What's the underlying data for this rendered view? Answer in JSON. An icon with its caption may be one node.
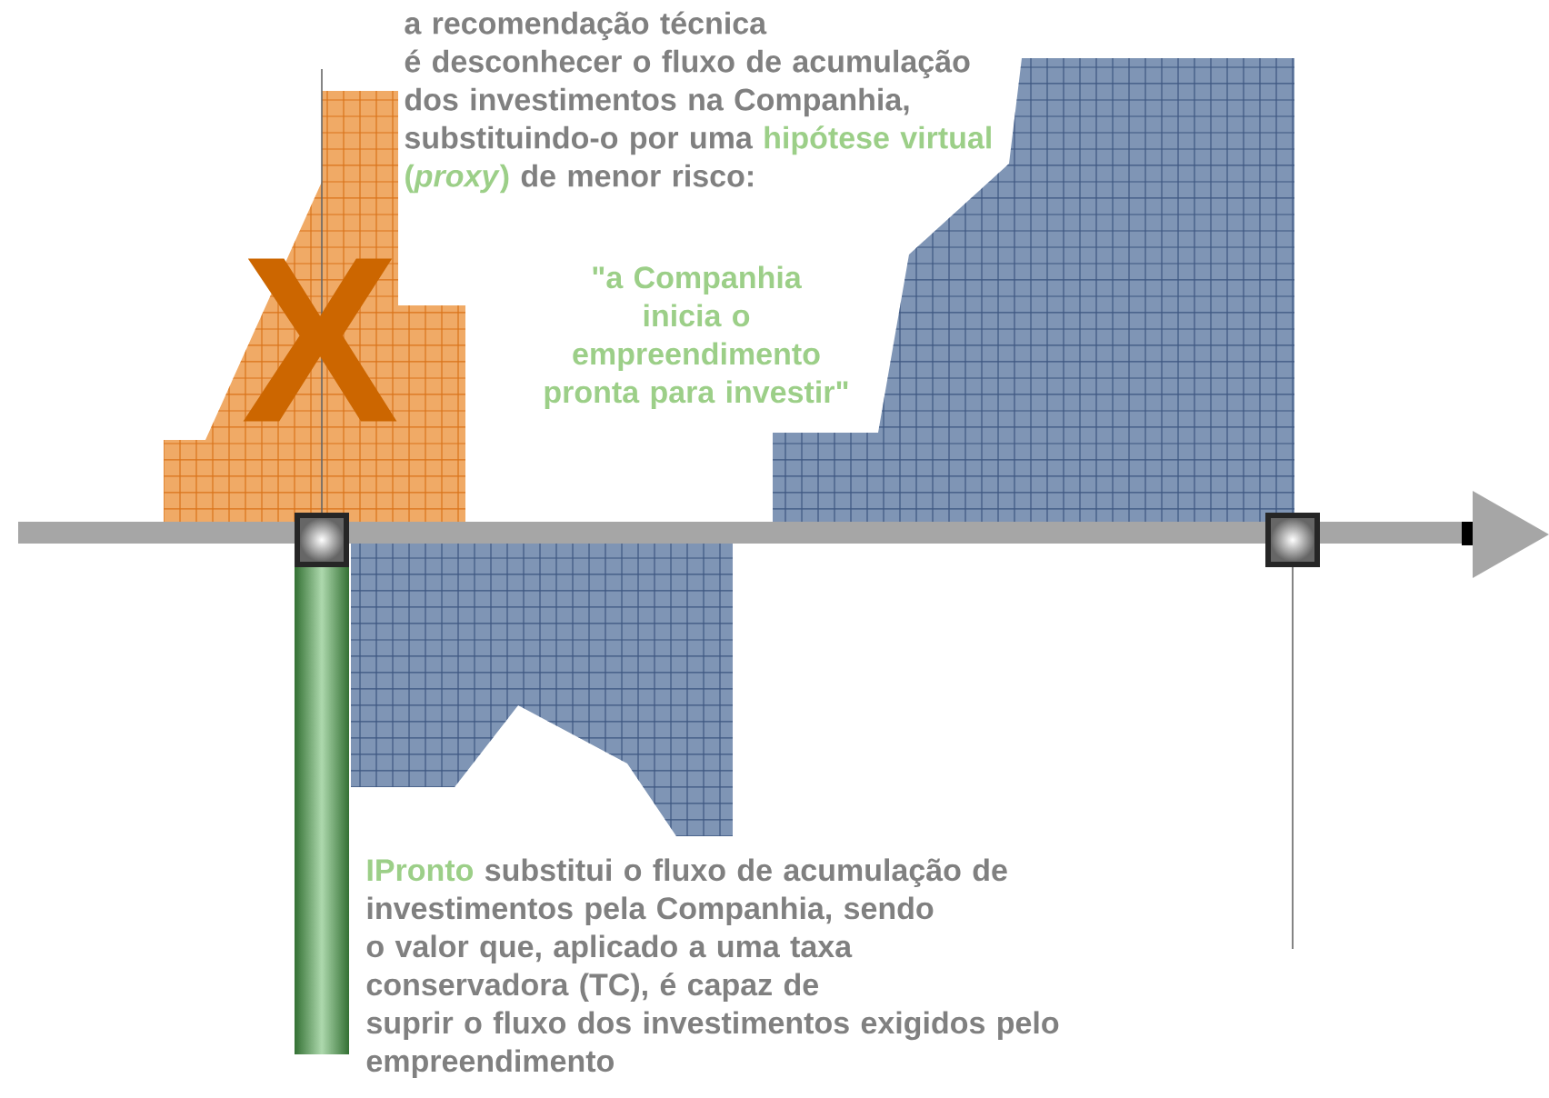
{
  "diagram": {
    "labels": [
      "a recomendação técnica é desconhecer o fluxo de acumulação dos investimentos na Companhia, substituindo-o por uma",
      "hipótese virtual (*proxy*)",
      "de menor risco:",
      "\"a Companhia inicia o empreendimento pronta para investir\"",
      "X",
      "IPronto",
      "substitui o fluxo de acumulação de investimentos pela Companhia, sendo o valor que, aplicado a uma taxa conservadora (TC), é capaz de suprir o fluxo dos investimentos exigidos pelo empreendimento"
    ]
  }
}
